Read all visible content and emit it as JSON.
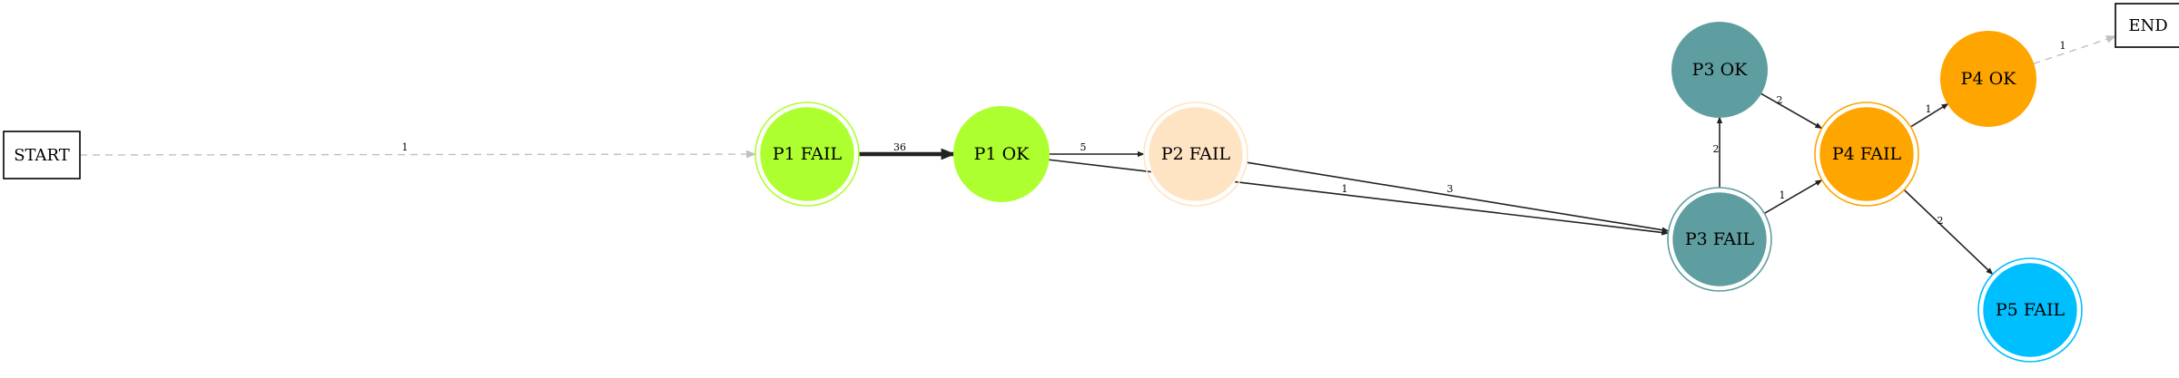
{
  "nodes": [
    {
      "id": "start",
      "label": "START",
      "shape": "box",
      "fill": "#ffffff"
    },
    {
      "id": "end",
      "label": "END",
      "shape": "box",
      "fill": "#ffffff"
    },
    {
      "id": "p1fail",
      "label": "P1 FAIL",
      "shape": "doublecircle",
      "fill": "#adff2f"
    },
    {
      "id": "p1ok",
      "label": "P1 OK",
      "shape": "circle",
      "fill": "#adff2f"
    },
    {
      "id": "p2fail",
      "label": "P2 FAIL",
      "shape": "doublecircle",
      "fill": "#ffe4c4"
    },
    {
      "id": "p3ok",
      "label": "P3 OK",
      "shape": "circle",
      "fill": "#5f9ea0"
    },
    {
      "id": "p3fail",
      "label": "P3 FAIL",
      "shape": "doublecircle",
      "fill": "#5f9ea0"
    },
    {
      "id": "p4fail",
      "label": "P4 FAIL",
      "shape": "doublecircle",
      "fill": "#ffa500"
    },
    {
      "id": "p4ok",
      "label": "P4 OK",
      "shape": "circle",
      "fill": "#ffa500"
    },
    {
      "id": "p5fail",
      "label": "P5 FAIL",
      "shape": "doublecircle",
      "fill": "#00bfff"
    }
  ],
  "edges": [
    {
      "from": "start",
      "to": "p1fail",
      "label": "1",
      "style": "dashed"
    },
    {
      "from": "p1fail",
      "to": "p1ok",
      "label": "36",
      "style": "bold"
    },
    {
      "from": "p1ok",
      "to": "p2fail",
      "label": "5",
      "style": "solid"
    },
    {
      "from": "p1ok",
      "to": "p3fail",
      "label": "1",
      "style": "solid"
    },
    {
      "from": "p2fail",
      "to": "p3fail",
      "label": "3",
      "style": "solid"
    },
    {
      "from": "p3fail",
      "to": "p3ok",
      "label": "2",
      "style": "solid"
    },
    {
      "from": "p3fail",
      "to": "p4fail",
      "label": "1",
      "style": "solid"
    },
    {
      "from": "p3ok",
      "to": "p4fail",
      "label": "2",
      "style": "solid"
    },
    {
      "from": "p4fail",
      "to": "p4ok",
      "label": "1",
      "style": "solid"
    },
    {
      "from": "p4fail",
      "to": "p5fail",
      "label": "2",
      "style": "solid"
    },
    {
      "from": "p4ok",
      "to": "end",
      "label": "1",
      "style": "dashed"
    }
  ]
}
